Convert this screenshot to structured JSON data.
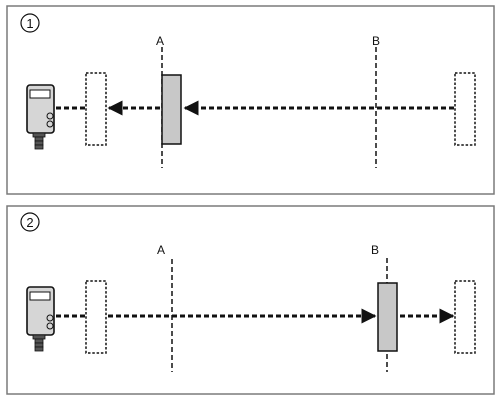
{
  "panels": [
    {
      "number": "1",
      "line_a_label": "A",
      "line_b_label": "B",
      "object_at": "A",
      "beam_direction": "toward-sensor"
    },
    {
      "number": "2",
      "line_a_label": "A",
      "line_b_label": "B",
      "object_at": "B",
      "beam_direction": "away-from-sensor"
    }
  ],
  "colors": {
    "frame": "#7a7a7a",
    "line": "#111111",
    "object_fill": "#c8c8c8",
    "sensor_body": "#d6d6d6"
  },
  "icons": [
    "sensor-icon",
    "arrow-head-icon"
  ]
}
